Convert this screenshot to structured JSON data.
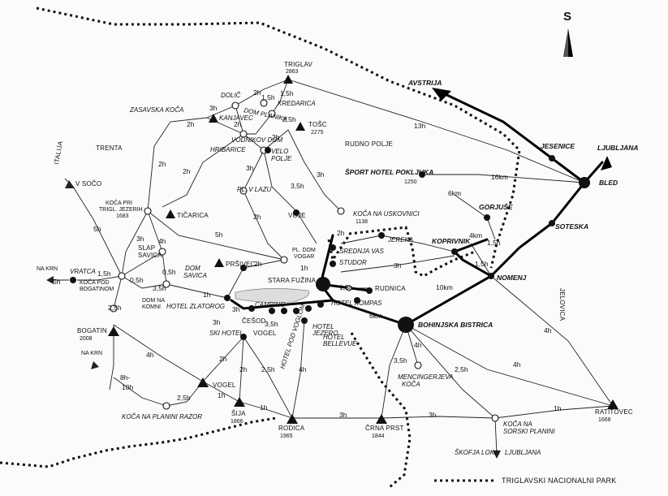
{
  "compass": "S",
  "legend": {
    "label": "TRIGLAVSKI NACIONALNI PARK"
  },
  "regions": [
    {
      "id": "italija",
      "text": "ITALIJA"
    },
    {
      "id": "trenta",
      "text": "TRENTA"
    },
    {
      "id": "rudno",
      "text": "RUDNO POLJE"
    },
    {
      "id": "jelovica",
      "text": "JELOVICA"
    }
  ],
  "places": [
    {
      "id": "triglav",
      "text": "TRIGLAV"
    },
    {
      "id": "triglav_h",
      "text": "2863"
    },
    {
      "id": "kredarica",
      "text": "KREDARICA"
    },
    {
      "id": "dolic",
      "text": "DOLIČ"
    },
    {
      "id": "dom_planika",
      "text": "DOM PLANIKA"
    },
    {
      "id": "zasavska",
      "text": "ZASAVSKA KOČA"
    },
    {
      "id": "kanjavec",
      "text": "KANJAVEC"
    },
    {
      "id": "vodnikov",
      "text": "VODNIKOV DOM"
    },
    {
      "id": "tosc",
      "text": "TOŠC"
    },
    {
      "id": "tosc_h",
      "text": "2275"
    },
    {
      "id": "hribarice",
      "text": "HRIBARICE"
    },
    {
      "id": "velo_polje",
      "text": "VELO"
    },
    {
      "id": "velo_polje2",
      "text": "POLJE"
    },
    {
      "id": "v_soco",
      "text": "V SOČO"
    },
    {
      "id": "pl_v_lazu",
      "text": "PL. V LAZU"
    },
    {
      "id": "sport_hotel",
      "text": "ŠPORT HOTEL POKLJUKA"
    },
    {
      "id": "sport_hotel_h",
      "text": "1250"
    },
    {
      "id": "koca_pri",
      "text": "KOČA PRI"
    },
    {
      "id": "koca_pri2",
      "text": "TRIGL. JEZERIH"
    },
    {
      "id": "koca_pri_h",
      "text": "1683"
    },
    {
      "id": "ticarica",
      "text": "TIČARICA"
    },
    {
      "id": "voje",
      "text": "VOJE"
    },
    {
      "id": "uskovnica",
      "text": "KOČA NA USKOVNICI"
    },
    {
      "id": "uskovnica_h",
      "text": "1138"
    },
    {
      "id": "gorjuse",
      "text": "GORJUŠE"
    },
    {
      "id": "slap_savica",
      "text": "SLAP"
    },
    {
      "id": "slap_savica2",
      "text": "SAVICA"
    },
    {
      "id": "dom_savica",
      "text": "DOM"
    },
    {
      "id": "dom_savica2",
      "text": "SAVICA"
    },
    {
      "id": "prsivec",
      "text": "PRŠIVEC"
    },
    {
      "id": "pl_dom_vogar",
      "text": "PL. DOM"
    },
    {
      "id": "pl_dom_vogar2",
      "text": "VOGAR"
    },
    {
      "id": "jereka",
      "text": "JEREKA"
    },
    {
      "id": "koprivnik",
      "text": "KOPRIVNIK"
    },
    {
      "id": "srednja_vas",
      "text": "SREDNJA VAS"
    },
    {
      "id": "studor",
      "text": "STUDOR"
    },
    {
      "id": "stara_fuzina",
      "text": "STARA FUŽINA"
    },
    {
      "id": "na_krn",
      "text": "NA KRN"
    },
    {
      "id": "vratca",
      "text": "VRATCA"
    },
    {
      "id": "koca_pod_bog",
      "text": "KOČA POD"
    },
    {
      "id": "koca_pod_bog2",
      "text": "BOGATINOM"
    },
    {
      "id": "dom_na_komni",
      "text": "DOM NA"
    },
    {
      "id": "dom_na_komni2",
      "text": "KOMNI"
    },
    {
      "id": "hotel_zlatorog",
      "text": "HOTEL ZLATOROG"
    },
    {
      "id": "camping",
      "text": "CAMPING"
    },
    {
      "id": "hotel_kompas",
      "text": "HOTEL KOMPAS"
    },
    {
      "id": "rudnica",
      "text": "RUDNICA"
    },
    {
      "id": "nomenj",
      "text": "NOMENJ"
    },
    {
      "id": "bohinjska",
      "text": "BOHINJSKA BISTRICA"
    },
    {
      "id": "ski_hotel",
      "text": "SKI HOTEL"
    },
    {
      "id": "vogel_hotel",
      "text": "VOGEL"
    },
    {
      "id": "cesod",
      "text": "ČEŠOD"
    },
    {
      "id": "hotel_pod_voglom",
      "text": "HOTEL POD VOGLOM"
    },
    {
      "id": "hotel_jezero",
      "text": "HOTEL"
    },
    {
      "id": "hotel_jezero2",
      "text": "JEZERO"
    },
    {
      "id": "hotel_bellevue",
      "text": "HOTEL"
    },
    {
      "id": "hotel_bellevue2",
      "text": "BELLEVUE"
    },
    {
      "id": "bogatin",
      "text": "BOGATIN"
    },
    {
      "id": "bogatin_h",
      "text": "2008"
    },
    {
      "id": "na_krn2",
      "text": "NA KRN"
    },
    {
      "id": "vogel",
      "text": "VOGEL"
    },
    {
      "id": "mencingerjeva",
      "text": "MENCINGERJEVA"
    },
    {
      "id": "mencingerjeva2",
      "text": "KOČA"
    },
    {
      "id": "sija",
      "text": "ŠIJA"
    },
    {
      "id": "sija_h",
      "text": "1866"
    },
    {
      "id": "rodica",
      "text": "RODICA"
    },
    {
      "id": "rodica_h",
      "text": "1965"
    },
    {
      "id": "crna_prst",
      "text": "ČRNA PRST"
    },
    {
      "id": "crna_prst_h",
      "text": "1844"
    },
    {
      "id": "koca_na_razor",
      "text": "KOČA NA PLANINI RAZOR"
    },
    {
      "id": "koca_sorski",
      "text": "KOČA NA"
    },
    {
      "id": "koca_sorski2",
      "text": "SORSKI PLANINI"
    },
    {
      "id": "ratitovec",
      "text": "RATITOVEC"
    },
    {
      "id": "ratitovec_h",
      "text": "1668"
    },
    {
      "id": "skofja_loka",
      "text": "ŠKOFJA LOKA"
    },
    {
      "id": "ljubljana_s",
      "text": "LJUBLJANA"
    }
  ],
  "road_places": [
    {
      "id": "avstrija",
      "text": "AVSTRIJA"
    },
    {
      "id": "jesenice",
      "text": "JESENICE"
    },
    {
      "id": "ljubljana",
      "text": "LJUBLJANA"
    },
    {
      "id": "bled",
      "text": "BLED"
    },
    {
      "id": "soteska",
      "text": "SOTESKA"
    }
  ],
  "times": {
    "t1": "2h",
    "t2": "1,5h",
    "t3": "1,5h",
    "t4": "3h",
    "t5": "2h",
    "t6": "2h",
    "t7": "2,5h",
    "t8": "2h",
    "t9": "13h",
    "t10": "2h",
    "t11": "2h",
    "t12": "3h",
    "t13": "3h",
    "t14": "3,5h",
    "t15": "2h",
    "t16": "16km",
    "t17": "6km",
    "t18": "5h",
    "t19": "3h",
    "t20": "4h",
    "t21": "5h",
    "t22": "1h",
    "t23": "2h",
    "t24": "1,5h",
    "t25": "5h",
    "t26": "0,5h",
    "t27": "0,5h",
    "t28": "3,5h",
    "t29": "1h",
    "t30": "2h",
    "t31": "3h",
    "t32": "4km",
    "t33": "1,5h",
    "t34": "1,5h",
    "t35": "3h",
    "t36": "1,5h",
    "t37": "10km",
    "t38": "2,5h",
    "t39": "3h",
    "t40": "3,5h",
    "t41": "6km",
    "t42": "2h",
    "t43": "4h",
    "t44": "2,5h",
    "t45": "4h",
    "t46": "4h",
    "t47": "8h-",
    "t48": "10h",
    "t49": "2,5h",
    "t50": "2h",
    "t51": "1h",
    "t52": "1h",
    "t53": "3h",
    "t54": "3h",
    "t55": "1h",
    "t56": "3,5h",
    "t57": "2,5h",
    "t58": "4h",
    "t59": "4h"
  }
}
